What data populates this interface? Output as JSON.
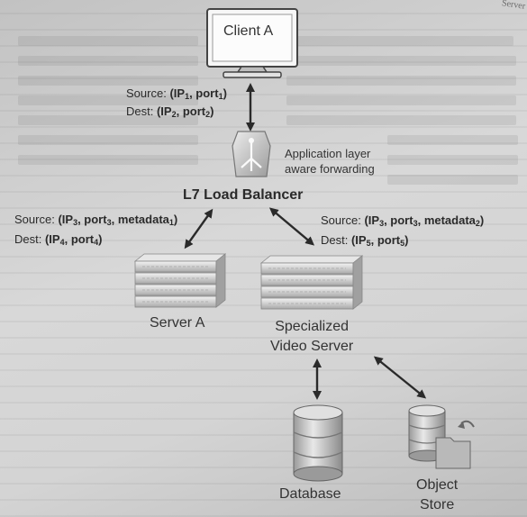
{
  "corner_text": "Server",
  "client": {
    "label": "Client A"
  },
  "client_link": {
    "source_prefix": "Source:",
    "source_value": "(IP",
    "source_sub1": "1",
    "source_mid": ", port",
    "source_sub2": "1",
    "source_end": ")",
    "dest_prefix": "Dest:",
    "dest_value": "(IP",
    "dest_sub1": "2",
    "dest_mid": ", port",
    "dest_sub2": "2",
    "dest_end": ")"
  },
  "load_balancer": {
    "annotation_line1": "Application layer",
    "annotation_line2": "aware forwarding",
    "title": "L7 Load Balancer"
  },
  "server_a_link": {
    "source_prefix": "Source:",
    "source_value": "(IP",
    "source_sub1": "3",
    "source_mid": ", port",
    "source_sub2": "3",
    "source_tail": ", metadata",
    "source_sub3": "1",
    "source_end": ")",
    "dest_prefix": "Dest:",
    "dest_value": "(IP",
    "dest_sub1": "4",
    "dest_mid": ", port",
    "dest_sub2": "4",
    "dest_end": ")"
  },
  "video_link": {
    "source_prefix": "Source:",
    "source_value": "(IP",
    "source_sub1": "3",
    "source_mid": ", port",
    "source_sub2": "3",
    "source_tail": ", metadata",
    "source_sub3": "2",
    "source_end": ")",
    "dest_prefix": "Dest:",
    "dest_value": "(IP",
    "dest_sub1": "5",
    "dest_mid": ", port",
    "dest_sub2": "5",
    "dest_end": ")"
  },
  "server_a": {
    "label": "Server A"
  },
  "video_server": {
    "label_line1": "Specialized",
    "label_line2": "Video Server"
  },
  "database": {
    "label": "Database"
  },
  "object_store": {
    "label_line1": "Object",
    "label_line2": "Store"
  }
}
